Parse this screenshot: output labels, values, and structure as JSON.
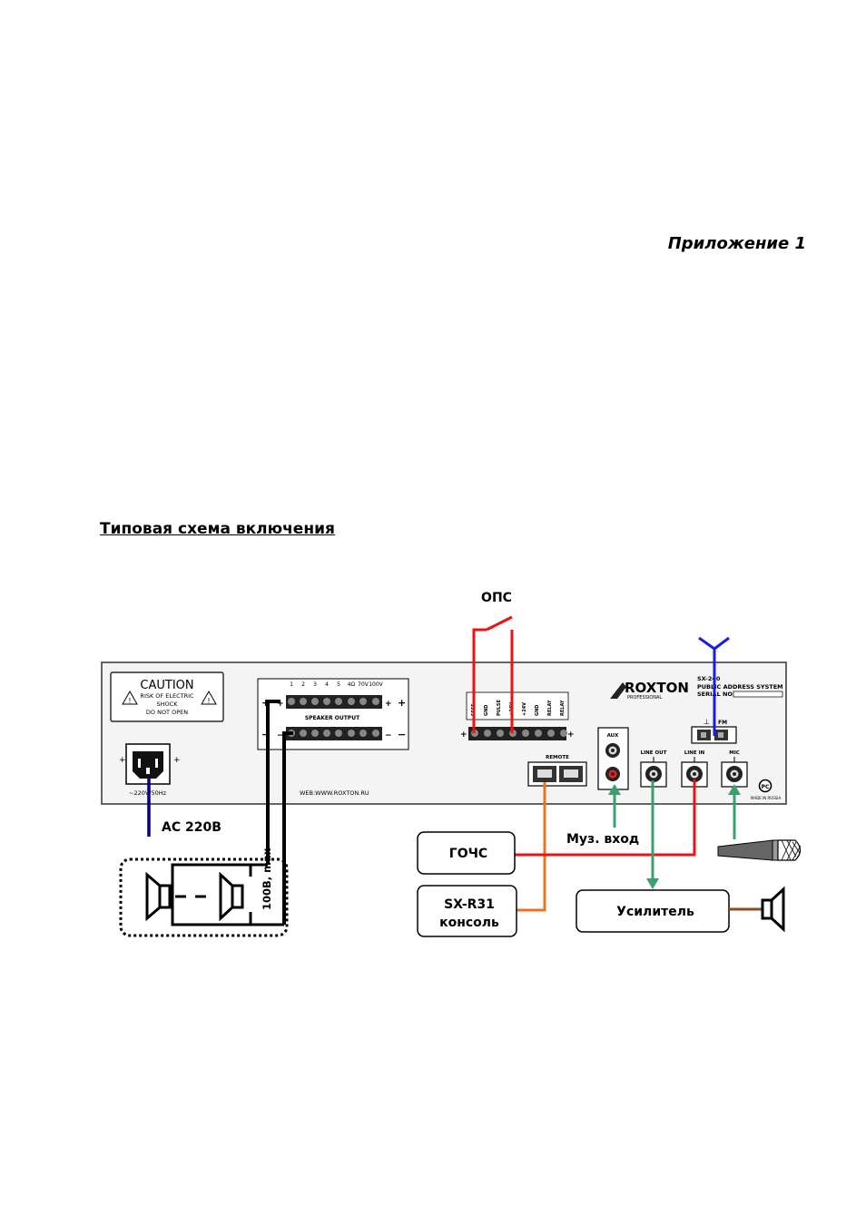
{
  "header": {
    "appendix": "Приложение 1"
  },
  "section_title": "Типовая схема  включения",
  "panel": {
    "caution_title": "CAUTION",
    "caution_line1": "RISK OF ELECTRIC",
    "caution_line2": "SHOCK",
    "caution_line3": "DO NOT OPEN",
    "power_label": "~220V/50Hz",
    "web": "WEB:WWW.ROXTON.RU",
    "speaker_output": "SPEAKER OUTPUT",
    "speaker_terms": [
      "1",
      "2",
      "3",
      "4",
      "5",
      "4Ω",
      "70V",
      "100V"
    ],
    "control_terms": [
      "5555",
      "GND",
      "PULSE",
      "+24V",
      "+24V",
      "GND",
      "RELAY",
      "RELAY"
    ],
    "remote": "REMOTE",
    "aux": "AUX",
    "line_out": "LINE OUT",
    "line_in": "LINE IN",
    "mic": "MIC",
    "fm": "FM",
    "brand": "ROXTON",
    "brand_sub": "PROFESSIONAL",
    "model": "SX-240",
    "model_desc": "PUBLIC ADDRESS SYSTEM",
    "serial": "SERIAL NO:",
    "made_in": "MADE IN RUSSIA",
    "certification": "PC"
  },
  "labels": {
    "ops": "ОПС",
    "ac": "AC 220B",
    "speaker_line": "100В, max",
    "music_input": "Муз. вход"
  },
  "boxes": {
    "gochs": "ГОЧС",
    "console_line1": "SX-R31",
    "console_line2": "консоль",
    "amplifier": "Усилитель"
  },
  "colors": {
    "signal_red": "#ee1111",
    "antenna_blue": "#1a1aee",
    "power_navy": "#000080",
    "remote_orange": "#f07020",
    "audio_green": "#3aa070",
    "speaker_brown": "#8a4a20"
  }
}
